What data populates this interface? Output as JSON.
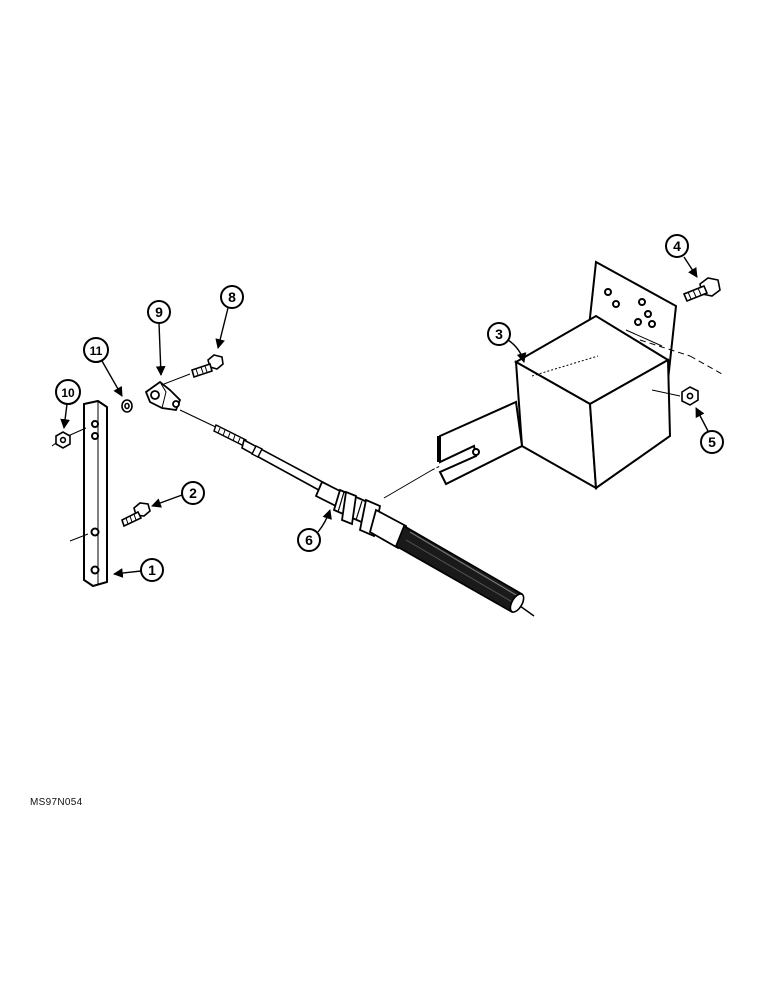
{
  "figure_code": "MS97N054",
  "callouts": [
    {
      "id": "c1",
      "label": "1"
    },
    {
      "id": "c2",
      "label": "2"
    },
    {
      "id": "c3",
      "label": "3"
    },
    {
      "id": "c4",
      "label": "4"
    },
    {
      "id": "c5",
      "label": "5"
    },
    {
      "id": "c6",
      "label": "6"
    },
    {
      "id": "c8",
      "label": "8"
    },
    {
      "id": "c9",
      "label": "9"
    },
    {
      "id": "c10",
      "label": "10"
    },
    {
      "id": "c11",
      "label": "11"
    }
  ]
}
